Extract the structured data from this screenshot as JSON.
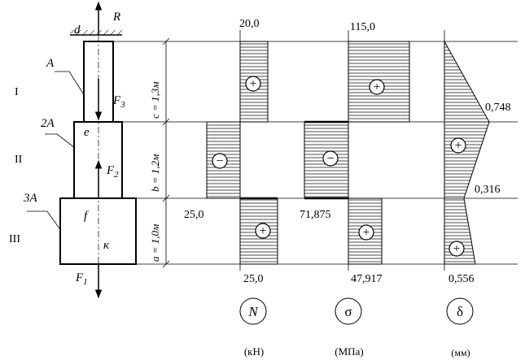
{
  "bar": {
    "support_label": "d",
    "reaction_label": "R",
    "area_labels": [
      "A",
      "2A",
      "3A"
    ],
    "point_labels": [
      "e",
      "f",
      "к"
    ],
    "section_labels": [
      "I",
      "II",
      "III"
    ],
    "force_labels": {
      "F1": "F",
      "F1_sub": "1",
      "F2": "F",
      "F2_sub": "2",
      "F3": "F",
      "F3_sub": "3"
    },
    "dimension_labels": [
      "c = 1,3м",
      "b = 1,2м",
      "a = 1,0м"
    ]
  },
  "diagrams": {
    "N": {
      "symbol": "N",
      "unit": "(кН)",
      "labels": [
        "20,0",
        "25,0",
        "25,0"
      ],
      "signs": [
        "+",
        "−",
        "+"
      ]
    },
    "sigma": {
      "symbol": "σ",
      "unit": "(МПа)",
      "labels": [
        "115,0",
        "71,875",
        "47,917"
      ],
      "signs": [
        "+",
        "−",
        "+"
      ]
    },
    "delta": {
      "symbol": "δ",
      "unit": "(мм)",
      "labels": [
        "0,748",
        "0,316",
        "0,556"
      ],
      "signs": [
        "+",
        "+"
      ]
    }
  },
  "colors": {
    "ink": "#000000",
    "background": "#ffffff"
  }
}
